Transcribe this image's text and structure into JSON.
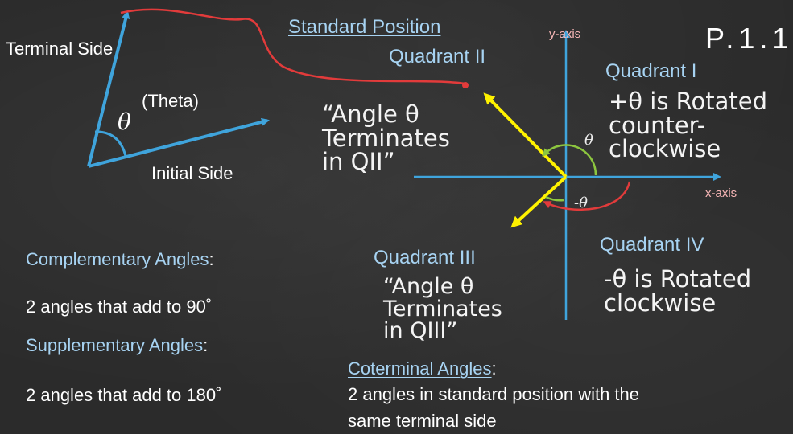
{
  "slide_number": "P.1.1",
  "left_diagram": {
    "terminal_side": "Terminal Side",
    "theta_symbol": "θ",
    "theta_label": "(Theta)",
    "initial_side": "Initial Side"
  },
  "center": {
    "standard_position": "Standard Position",
    "quadrant_ii": "Quadrant II",
    "quadrant_i": "Quadrant I",
    "quadrant_iii": "Quadrant III",
    "quadrant_iv": "Quadrant IV",
    "y_axis": "y-axis",
    "x_axis": "x-axis",
    "theta_pos": "θ",
    "theta_neg": "-θ"
  },
  "chalk_notes": {
    "qii_line1": "“Angle θ",
    "qii_line2": "Terminates",
    "qii_line3": "in QII”",
    "pos_line1": "+θ is Rotated",
    "pos_line2": "counter-",
    "pos_line3": "clockwise",
    "qiii_line1": "“Angle θ",
    "qiii_line2": "Terminates",
    "qiii_line3": "in QIII”",
    "neg_line1": "-θ is Rotated",
    "neg_line2": "clockwise"
  },
  "definitions": {
    "complementary_title": "Complementary Angles",
    "complementary_colon": ":",
    "complementary_desc": "2 angles that add to 90˚",
    "supplementary_title": "Supplementary Angles",
    "supplementary_colon": ":",
    "supplementary_desc": "2 angles that add to 180˚",
    "coterminal_title": "Coterminal Angles",
    "coterminal_colon": ":",
    "coterminal_line1": "2 angles in standard position with the",
    "coterminal_line2": "same terminal side"
  },
  "colors": {
    "background": "#2b2b2b",
    "axis_blue": "#3fa4dc",
    "terminal_yellow": "#fff200",
    "arc_green": "#8dc63f",
    "red_curve": "#e23b3b",
    "arc_red": "#d9464a",
    "link_blue": "#a7d3f2"
  }
}
